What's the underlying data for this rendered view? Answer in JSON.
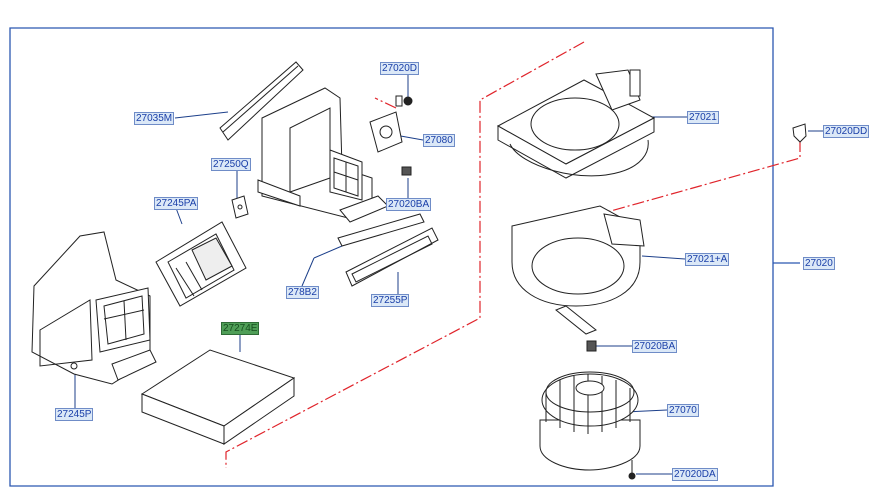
{
  "colors": {
    "frame": "#2b57b0",
    "leader": "#1c3f8a",
    "phantom": "#e0242b",
    "ink": "#222222",
    "label_bg": "#dbe8f7",
    "label_text": "#1a3fa8",
    "highlight": "#4f9e57"
  },
  "labels": {
    "p27020D": "27020D",
    "p27035M": "27035M",
    "p27080": "27080",
    "p27021": "27021",
    "p27020DD": "27020DD",
    "p27250Q": "27250Q",
    "p27245PA": "27245PA",
    "p27020BA_top": "27020BA",
    "p27021A": "27021+A",
    "p27020": "27020",
    "p278B2": "278B2",
    "p27255P": "27255P",
    "p27274E": "27274E",
    "p27020BA_mid": "27020BA",
    "p27245P": "27245P",
    "p27070": "27070",
    "p27020DA": "27020DA"
  },
  "highlighted_part": "27274E"
}
